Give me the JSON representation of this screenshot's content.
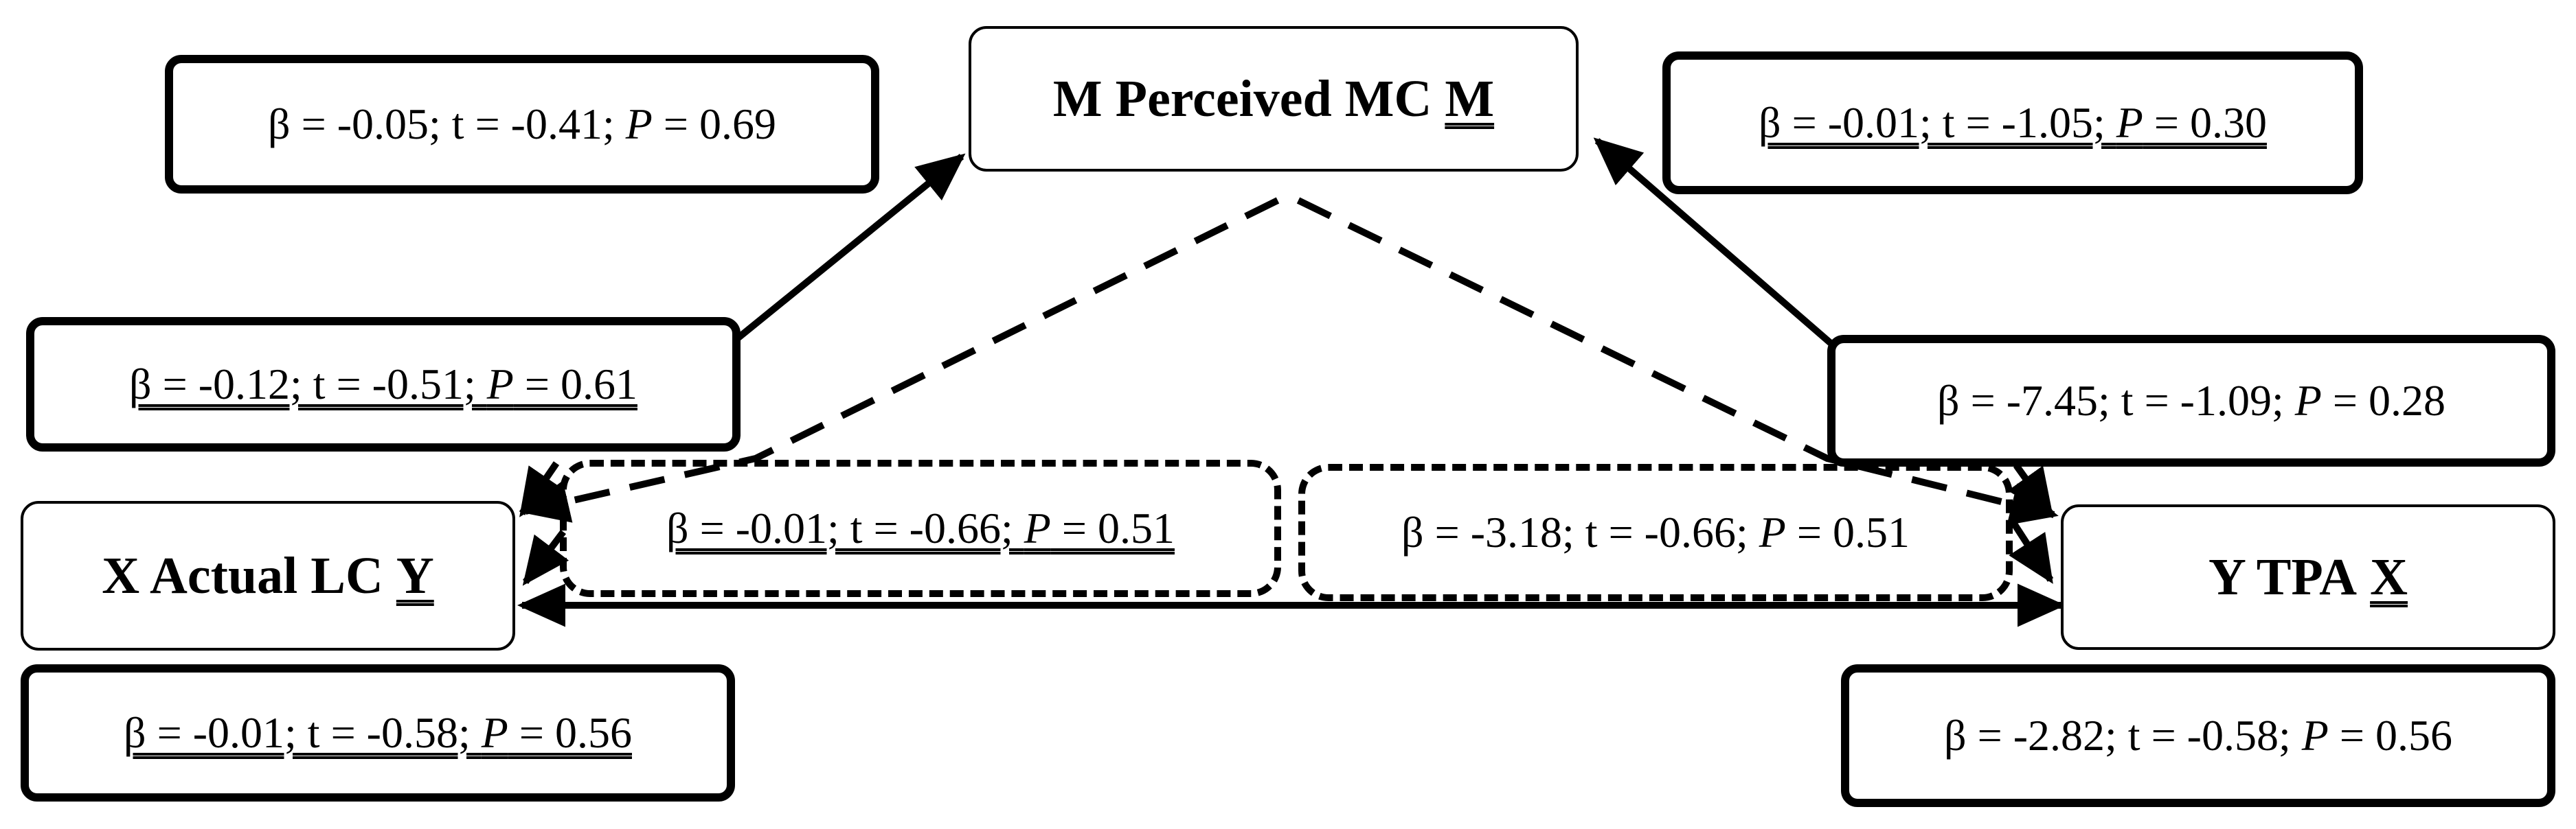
{
  "nodes": {
    "m": {
      "label": "M Perceived MC",
      "symbol": "M"
    },
    "x": {
      "label": "X Actual LC",
      "symbol": "Y"
    },
    "y": {
      "label": "Y TPA",
      "symbol": "X"
    }
  },
  "stats": {
    "top_left": {
      "beta": "β = -0.05; t = -0.41; ",
      "p_label": "P",
      "p_value": " = 0.69"
    },
    "top_right": {
      "beta": "β = -0.01; t = -1.05; ",
      "p_label": "P",
      "p_value": " = 0.30"
    },
    "mid_left": {
      "beta": "β = -0.12; t = -0.51; ",
      "p_label": "P",
      "p_value": " = 0.61"
    },
    "mid_right": {
      "beta": "β = -7.45; t = -1.09; ",
      "p_label": "P",
      "p_value": " = 0.28"
    },
    "center_left": {
      "beta": "β = -0.01; t = -0.66; ",
      "p_label": "P",
      "p_value": " = 0.51"
    },
    "center_right": {
      "beta": "β = -3.18; t = -0.66; ",
      "p_label": "P",
      "p_value": " = 0.51"
    },
    "bottom_left": {
      "beta": "β = -0.01; t = -0.58; ",
      "p_label": "P",
      "p_value": " = 0.56"
    },
    "bottom_right": {
      "beta": "β = -2.82; t = -0.58; ",
      "p_label": "P",
      "p_value": " = 0.56"
    }
  }
}
